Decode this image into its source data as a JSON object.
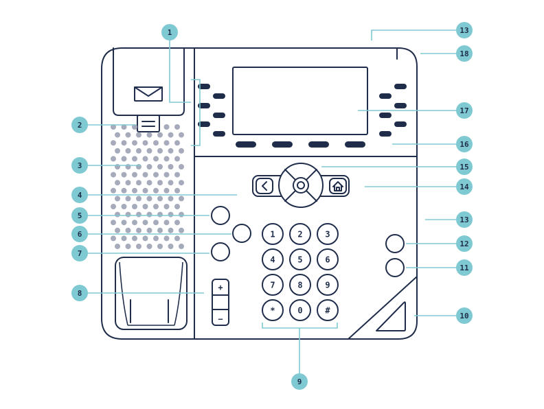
{
  "colors": {
    "outline": "#1f2d4a",
    "accent": "#7fcad2",
    "speaker_dots": "#a6abbb",
    "background": "#ffffff"
  },
  "callouts": [
    "1",
    "2",
    "3",
    "4",
    "5",
    "6",
    "7",
    "8",
    "9",
    "10",
    "11",
    "12",
    "13",
    "14",
    "15",
    "16",
    "17",
    "18",
    "13"
  ],
  "keypad": {
    "keys": [
      "1",
      "2",
      "3",
      "4",
      "5",
      "6",
      "7",
      "8",
      "9",
      "*",
      "0",
      "#"
    ]
  },
  "volume": {
    "plus": "+",
    "minus": "−"
  },
  "icons": {
    "back": "chevron-left-icon",
    "home": "home-icon",
    "message": "envelope-icon"
  }
}
